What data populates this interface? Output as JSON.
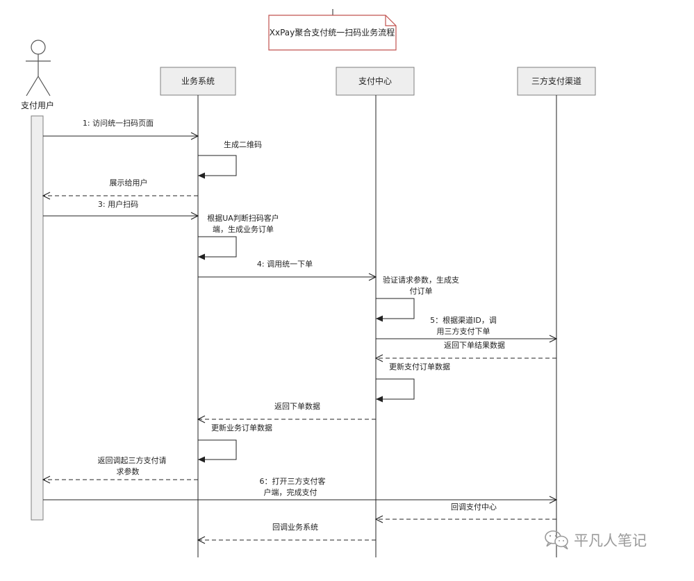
{
  "title_note": "XxPay聚合支付统一扫码业务流程",
  "actor": {
    "label": "支付用户",
    "icon": "stick-figure-icon"
  },
  "participants": [
    "业务系统",
    "支付中心",
    "三方支付渠道"
  ],
  "messages": [
    {
      "id": "m1",
      "lines": [
        "1: 访问统一扫码页面"
      ],
      "style": "solid"
    },
    {
      "id": "m2",
      "lines": [
        "生成二维码"
      ],
      "style": "self"
    },
    {
      "id": "m3",
      "lines": [
        "展示给用户"
      ],
      "style": "dashed"
    },
    {
      "id": "m4",
      "lines": [
        "3: 用户扫码"
      ],
      "style": "solid"
    },
    {
      "id": "m5",
      "lines": [
        "根据UA判断扫码客户",
        "端，生成业务订单"
      ],
      "style": "self"
    },
    {
      "id": "m6",
      "lines": [
        "4: 调用统一下单"
      ],
      "style": "solid"
    },
    {
      "id": "m7",
      "lines": [
        "验证请求参数，生成支",
        "付订单"
      ],
      "style": "self"
    },
    {
      "id": "m8",
      "lines": [
        "5：根据渠道ID，调",
        "用三方支付下单"
      ],
      "style": "solid"
    },
    {
      "id": "m9",
      "lines": [
        "返回下单结果数据"
      ],
      "style": "dashed"
    },
    {
      "id": "m10",
      "lines": [
        "更新支付订单数据"
      ],
      "style": "self"
    },
    {
      "id": "m11",
      "lines": [
        "返回下单数据"
      ],
      "style": "dashed"
    },
    {
      "id": "m12",
      "lines": [
        "更新业务订单数据"
      ],
      "style": "self"
    },
    {
      "id": "m13",
      "lines": [
        "返回调起三方支付请",
        "求参数"
      ],
      "style": "dashed"
    },
    {
      "id": "m14",
      "lines": [
        "6：打开三方支付客",
        "户端，完成支付"
      ],
      "style": "solid"
    },
    {
      "id": "m15",
      "lines": [
        "回调支付中心"
      ],
      "style": "dashed"
    },
    {
      "id": "m16",
      "lines": [
        "回调业务系统"
      ],
      "style": "dashed"
    }
  ],
  "watermark": {
    "text": "平凡人笔记",
    "icon": "wechat-icon"
  },
  "colors": {
    "line": "#222222",
    "box_fill": "#eeeeee",
    "box_border": "#7f7f7f",
    "note_border": "#c0504d",
    "note_fill": "#ffffff",
    "activation_fill": "#eeeeee",
    "watermark": "#9a9a9a"
  }
}
